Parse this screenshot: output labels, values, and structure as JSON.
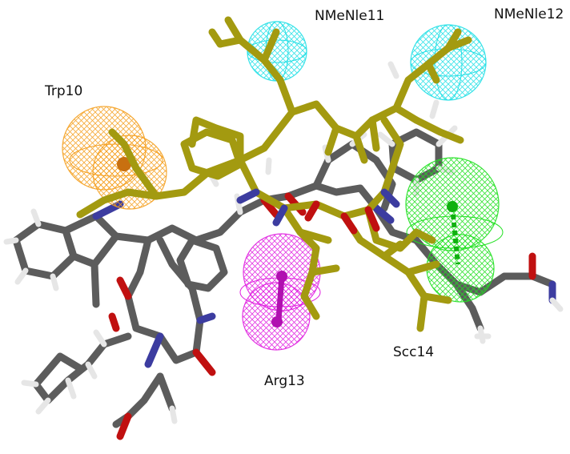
{
  "labels": {
    "trp10": "Trp10",
    "nmenle11": "NMeNle11",
    "nmenle12": "NMeNle12",
    "arg13": "Arg13",
    "scc14": "Scc14"
  },
  "colors": {
    "background": "#ffffff",
    "ligand_carbon": "#a39a10",
    "receptor_carbon": "#5c5c5c",
    "nitrogen": "#3c3ca0",
    "oxygen": "#c01010",
    "hydrogen": "#e6e6e6",
    "pharmacophore_hydrophobic": "#22e0e6",
    "pharmacophore_aromatic": "#f5a020",
    "pharmacophore_positive": "#e020e0",
    "pharmacophore_acceptor": "#20e020"
  }
}
